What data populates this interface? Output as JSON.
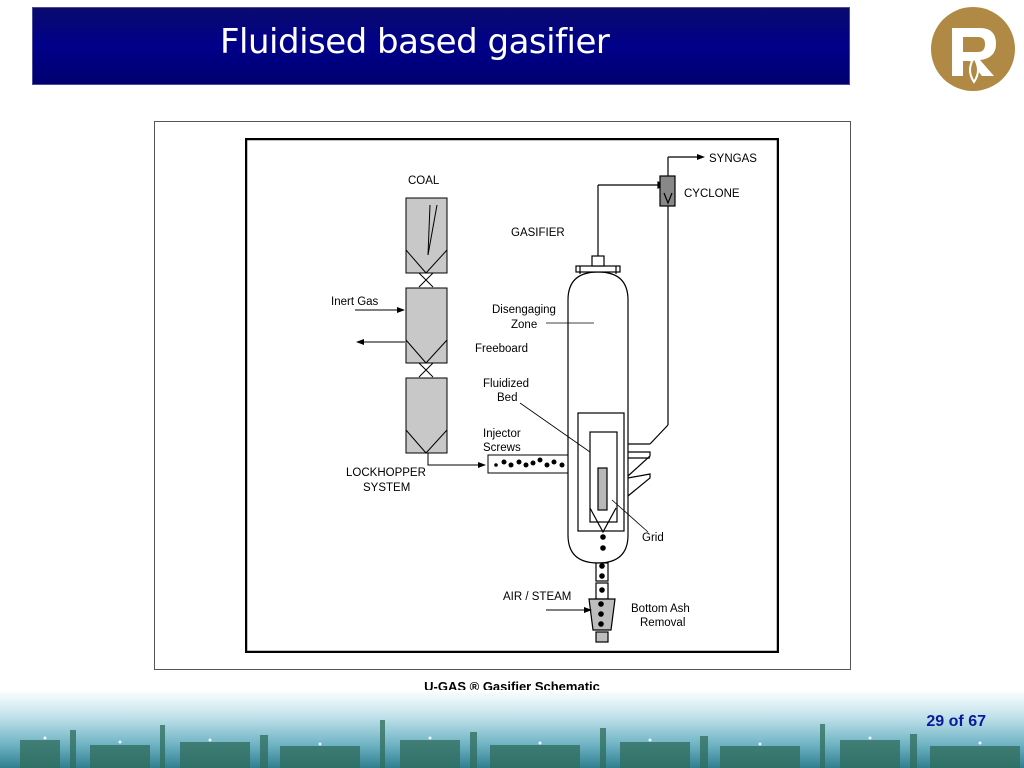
{
  "slide": {
    "title": "Fluidised based gasifier",
    "caption": "U-GAS ® Gasifier Schematic",
    "page_number": "29 of 67"
  },
  "diagram": {
    "labels": {
      "syngas": "SYNGAS",
      "cyclone": "CYCLONE",
      "coal": "COAL",
      "gasifier": "GASIFIER",
      "inert_gas": "Inert Gas",
      "disengaging_1": "Disengaging",
      "disengaging_2": "Zone",
      "freeboard": "Freeboard",
      "fluidized_1": "Fluidized",
      "fluidized_2": "Bed",
      "injector_1": "Injector",
      "injector_2": "Screws",
      "lockhopper_1": "LOCKHOPPER",
      "lockhopper_2": "SYSTEM",
      "grid": "Grid",
      "air_steam": "AIR / STEAM",
      "ash_1": "Bottom Ash",
      "ash_2": "Removal"
    }
  },
  "colors": {
    "title_bg": "#00008a",
    "logo_gold": "#b08a45",
    "page_number": "#0a1a9a",
    "hopper_fill": "#c8c8c8"
  },
  "icons": {
    "logo": "reliance-logo"
  }
}
